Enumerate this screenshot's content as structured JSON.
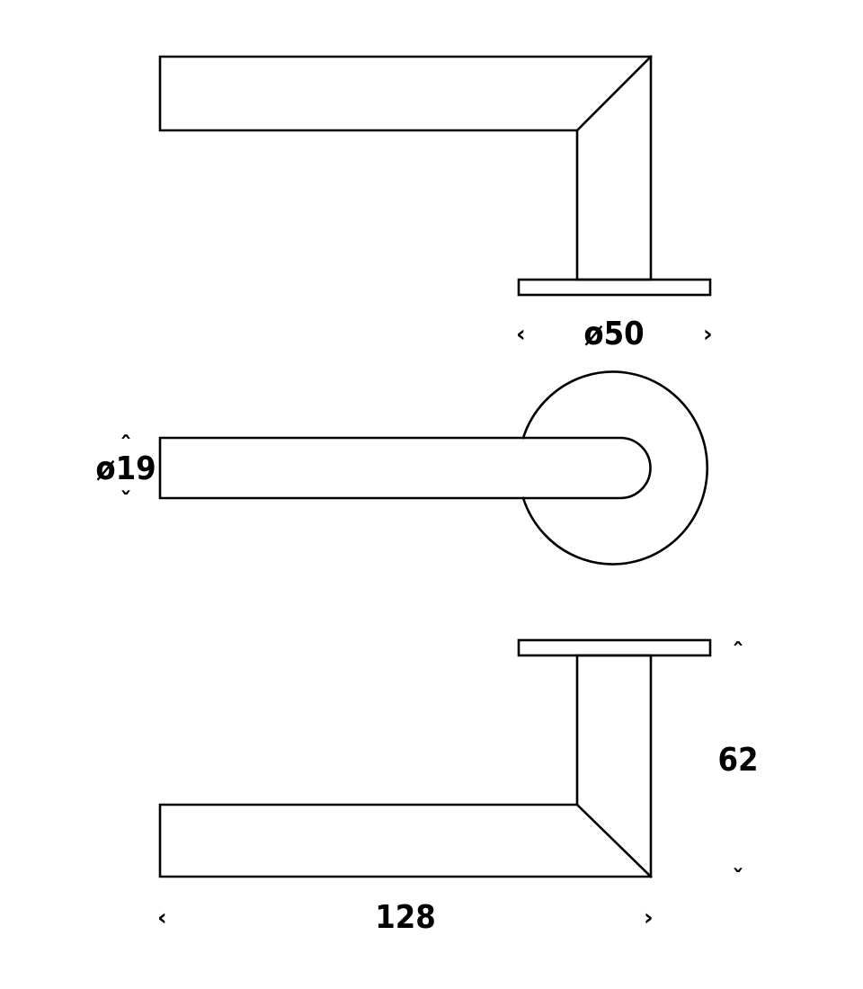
{
  "dimensions": {
    "rose_diameter": "ø50",
    "grip_diameter": "ø19",
    "projection": "62",
    "length": "128"
  },
  "arrows": {
    "left": "‹",
    "right": "›",
    "up": "ˆ",
    "down": "ˇ"
  }
}
